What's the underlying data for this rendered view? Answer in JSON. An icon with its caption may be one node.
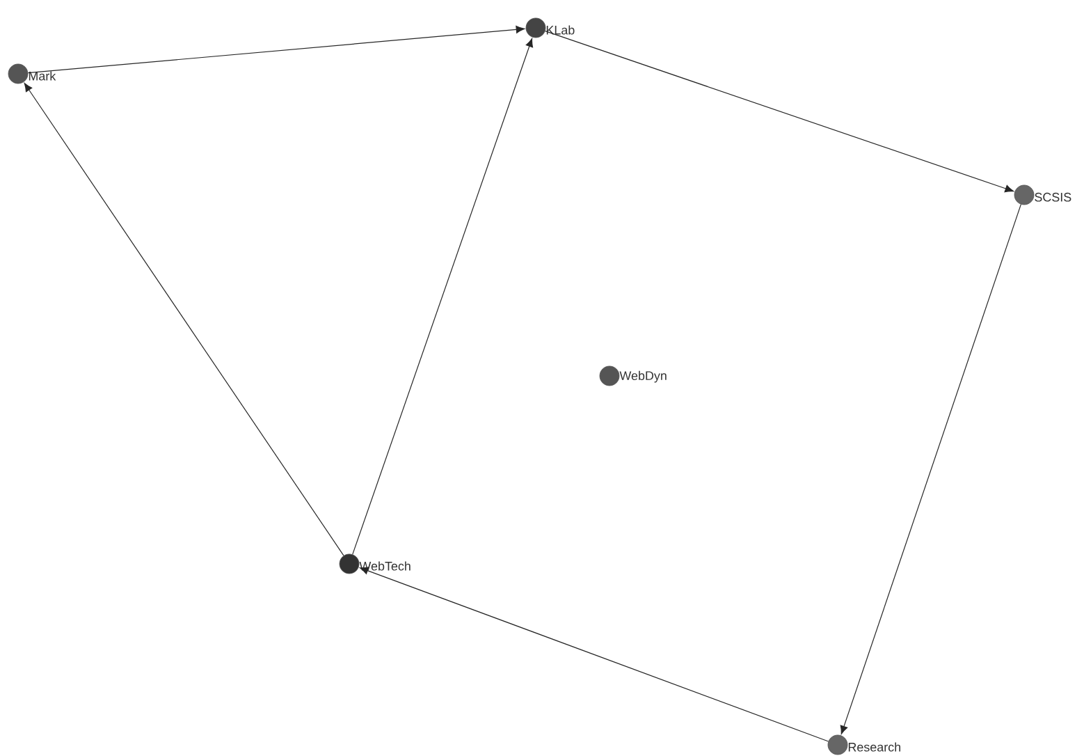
{
  "diagram": {
    "nodes": [
      {
        "text": [
          "Mark"
        ]
      },
      {
        "text": [
          "KLab"
        ]
      },
      {
        "text": [
          "SCSIS"
        ]
      },
      {
        "text": [
          "WebDyn"
        ]
      },
      {
        "text": [
          "WebTech"
        ]
      },
      {
        "text": [
          "Research"
        ]
      }
    ],
    "edges": [
      {
        "from": 0,
        "to": 1,
        "arrow": "to"
      },
      {
        "from": 1,
        "to": 2,
        "arrow": "to"
      },
      {
        "from": 2,
        "to": 5,
        "arrow": "to"
      },
      {
        "from": 5,
        "to": 4,
        "arrow": "to"
      },
      {
        "from": 4,
        "to": 0,
        "arrow": "to"
      },
      {
        "from": 4,
        "to": 1,
        "arrow": "to"
      }
    ]
  }
}
